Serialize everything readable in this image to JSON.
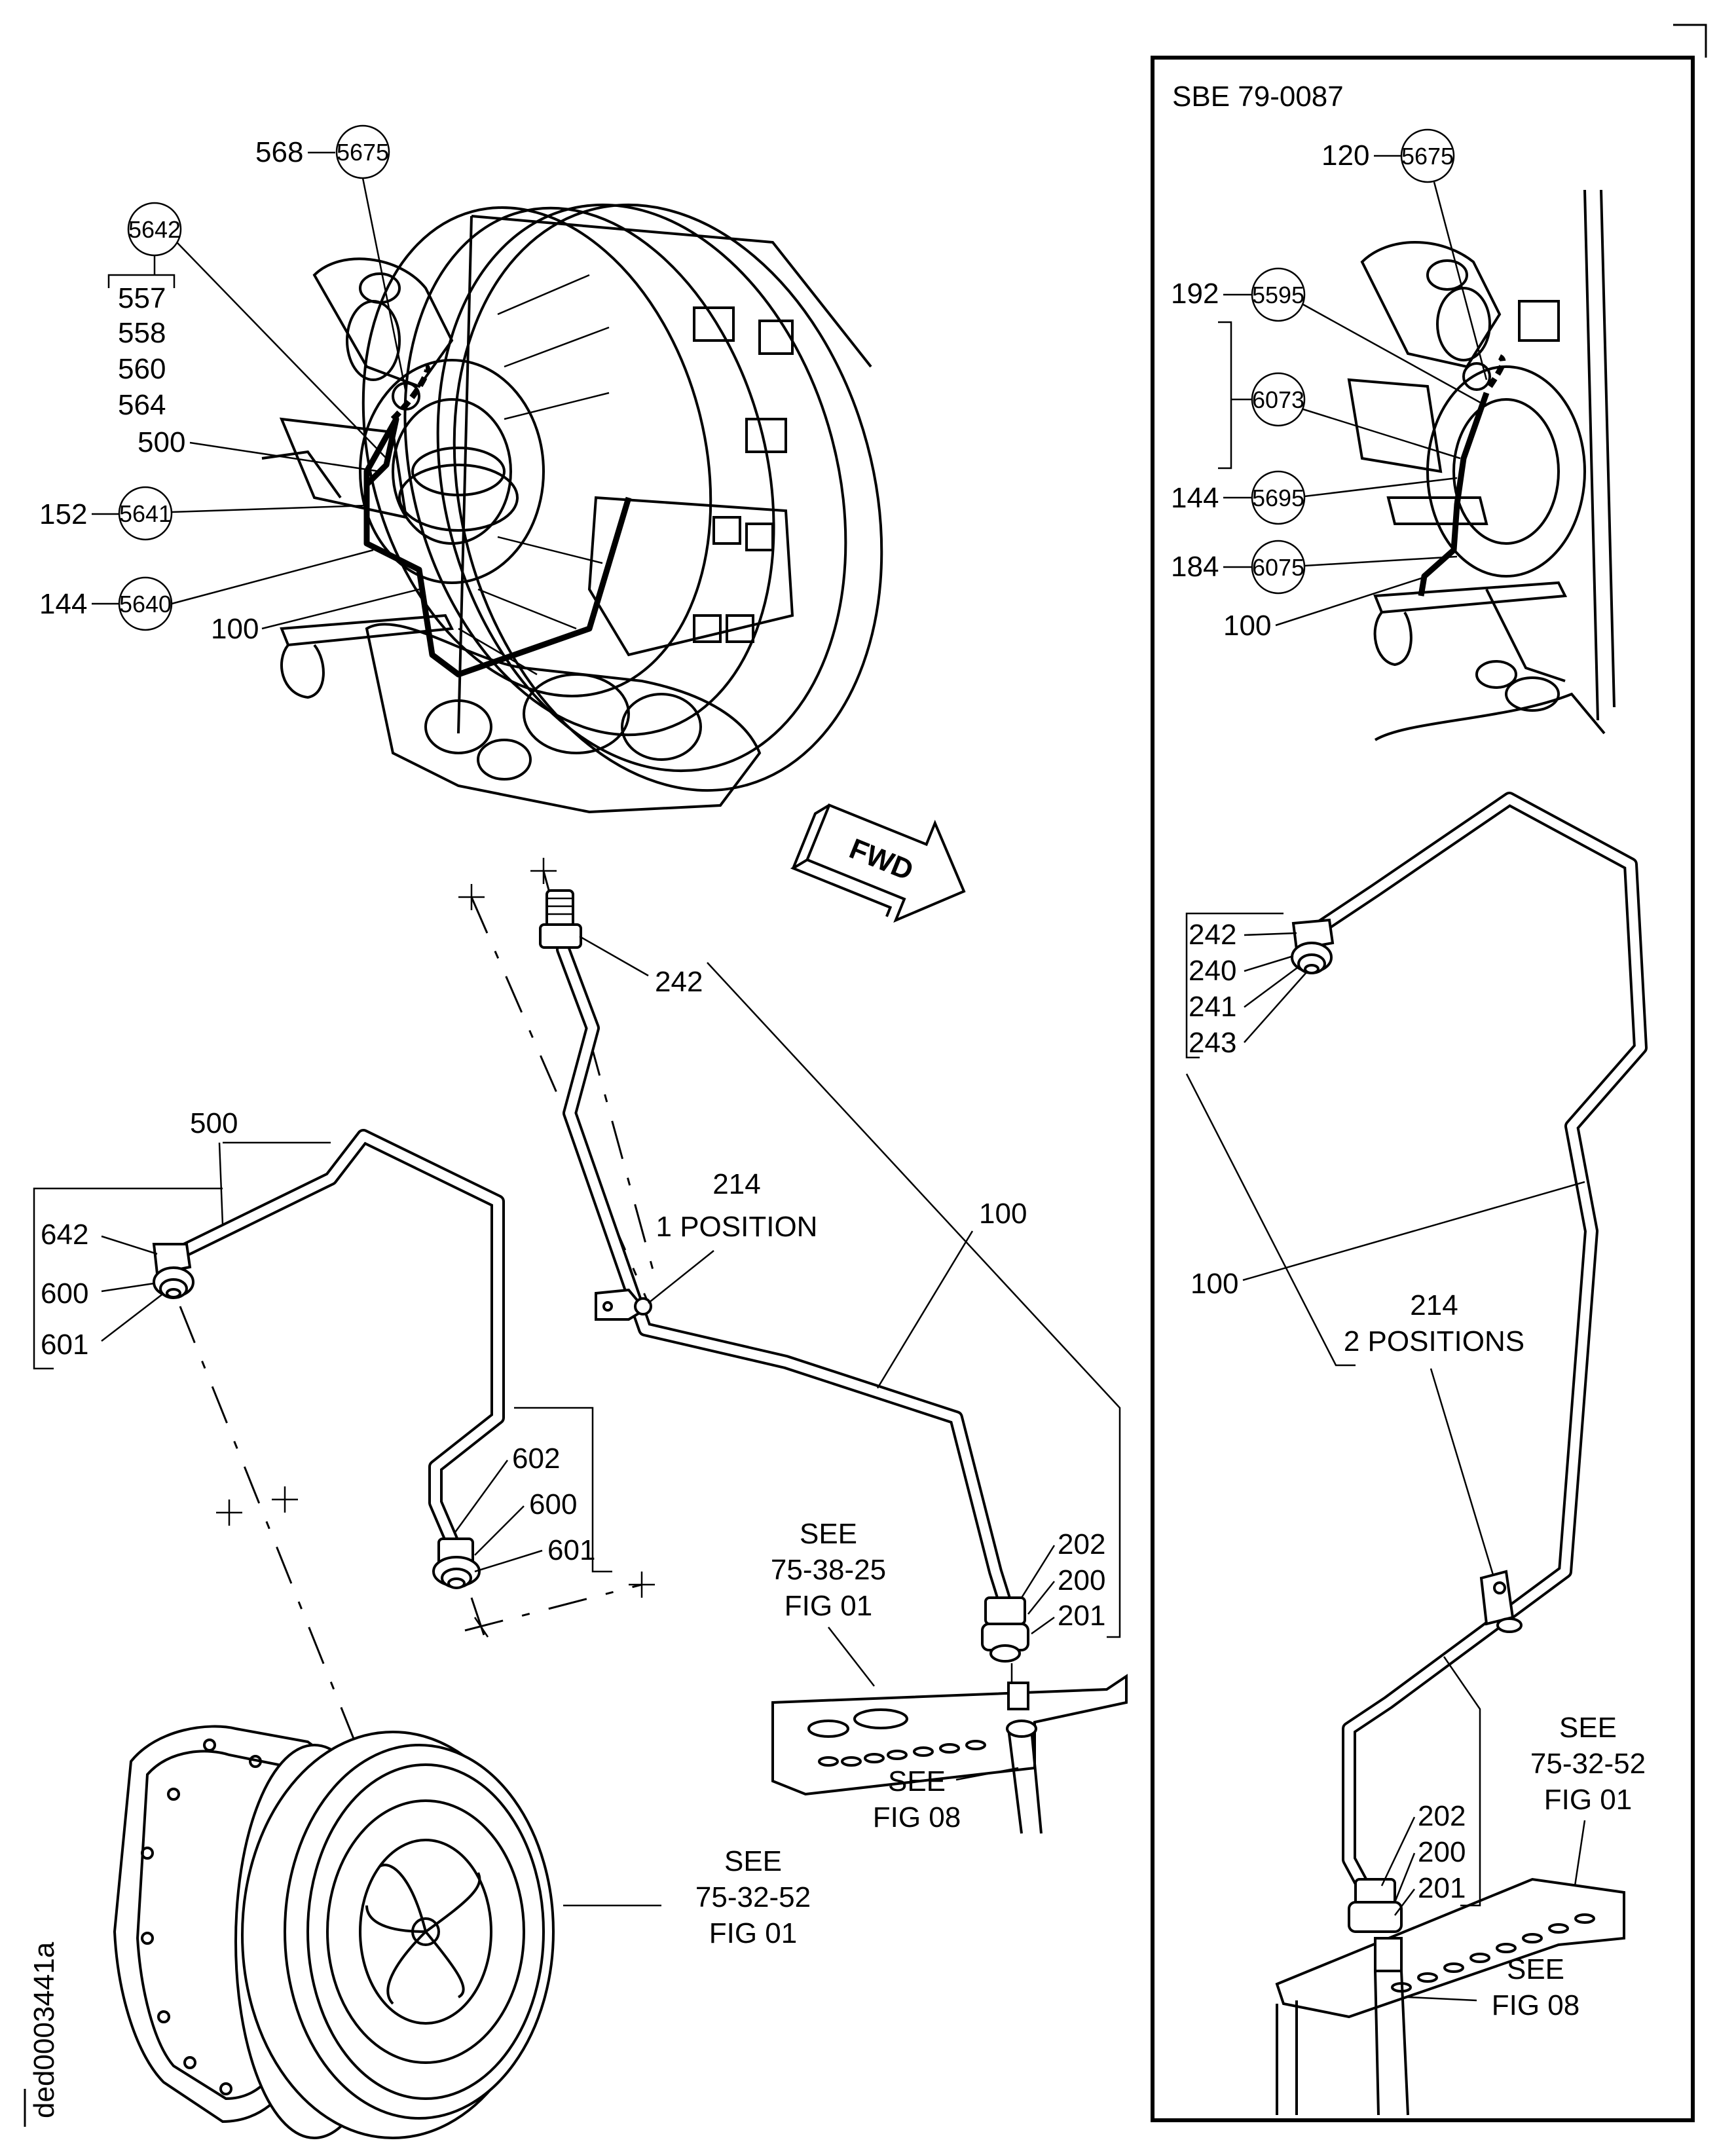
{
  "figure": {
    "doc_code": "ded0003441a",
    "sbe_box_title": "SBE 79-0087",
    "fwd_arrow_text": "FWD"
  },
  "main_view": {
    "callouts": [
      {
        "item": "568",
        "fig_ref": "5675"
      },
      {
        "fig_ref": "5642",
        "items": [
          "557",
          "558",
          "560",
          "564"
        ]
      },
      {
        "item": "500"
      },
      {
        "item": "152",
        "fig_ref": "5641"
      },
      {
        "item": "144",
        "fig_ref": "5640"
      },
      {
        "item": "100"
      }
    ]
  },
  "sbe_view": {
    "callouts": [
      {
        "item": "120",
        "fig_ref": "5675"
      },
      {
        "item": "192",
        "fig_ref": "5595"
      },
      {
        "fig_ref": "6073"
      },
      {
        "item": "144",
        "fig_ref": "5695"
      },
      {
        "item": "184",
        "fig_ref": "6075"
      },
      {
        "item": "100"
      }
    ],
    "tube_end_items": [
      "242",
      "240",
      "241",
      "243"
    ],
    "tube_item": "100",
    "clamp_item": "214",
    "clamp_note": "2 POSITIONS",
    "fitting_items": [
      "202",
      "200",
      "201"
    ],
    "see_refs": [
      {
        "word": "SEE",
        "ref": "75-32-52",
        "fig": "FIG 01"
      },
      {
        "word": "SEE",
        "ref": "FIG 08"
      }
    ]
  },
  "tube_500_view": {
    "item": "500",
    "upper_end_items": [
      "642",
      "600",
      "601"
    ],
    "lower_end_items": [
      "602",
      "600",
      "601"
    ]
  },
  "tube_100_view": {
    "top_item": "242",
    "clamp_item": "214",
    "clamp_note": "1 POSITION",
    "tube_item": "100",
    "fitting_items": [
      "202",
      "200",
      "201"
    ],
    "see_refs": [
      {
        "word": "SEE",
        "ref": "75-38-25",
        "fig": "FIG 01"
      },
      {
        "word": "SEE",
        "ref": "FIG 08"
      }
    ]
  },
  "gearbox_view": {
    "see_ref": {
      "word": "SEE",
      "ref": "75-32-52",
      "fig": "FIG 01"
    }
  }
}
